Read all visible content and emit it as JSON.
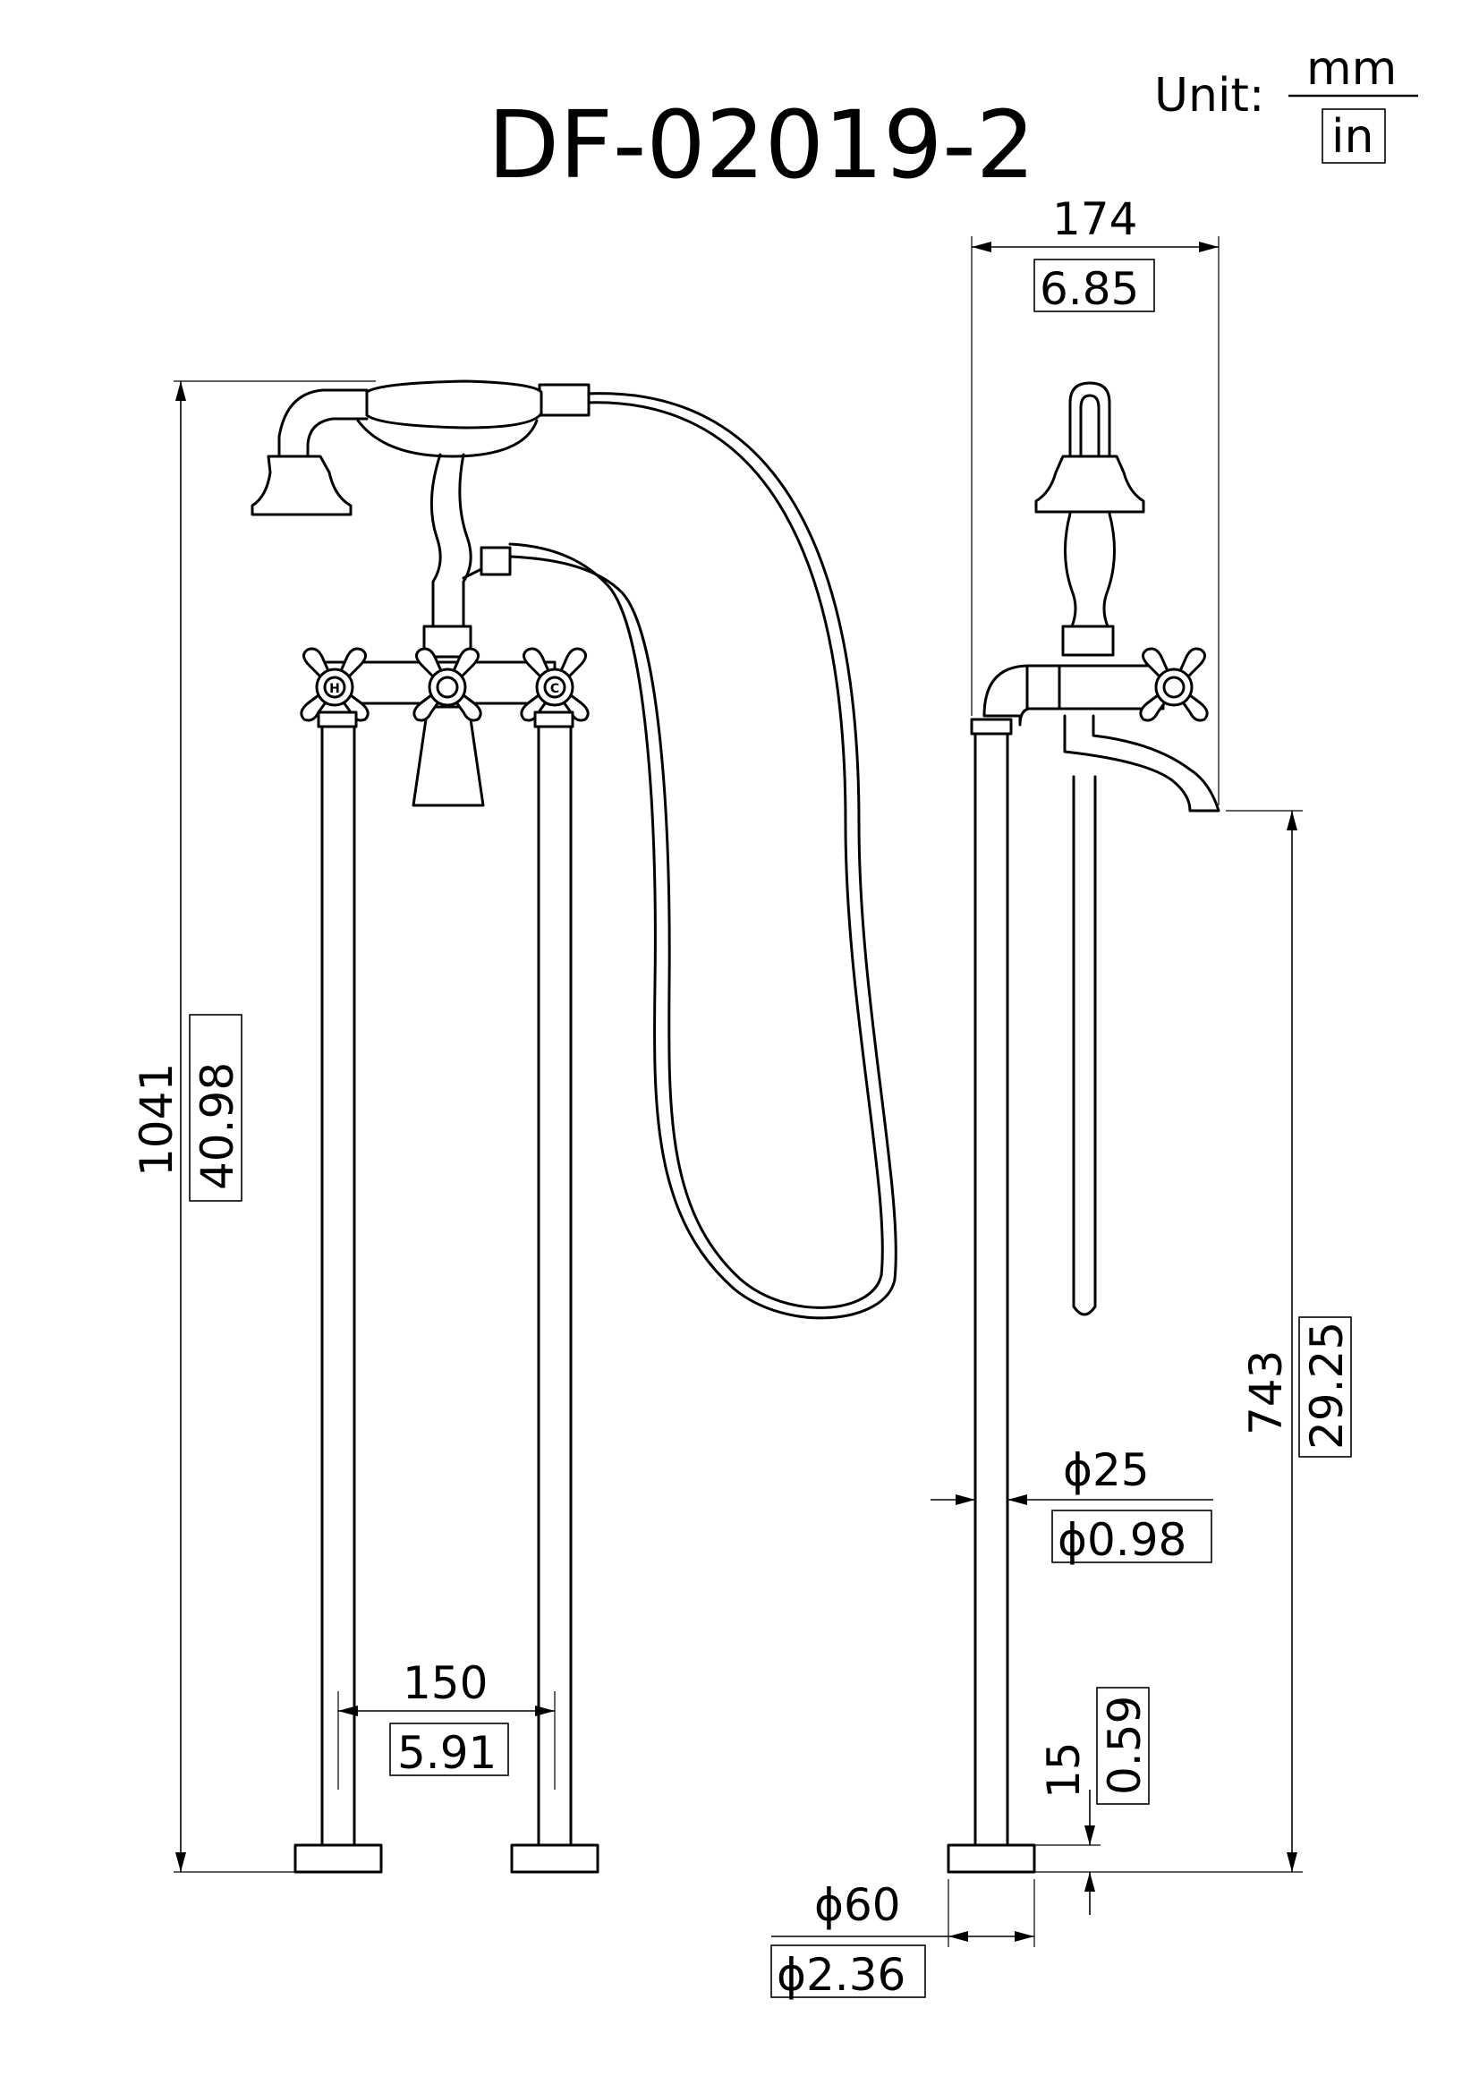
{
  "title": "DF-02019-2",
  "unit": {
    "label": "Unit:",
    "primary": "mm",
    "secondary": "in"
  },
  "dimensions": {
    "overall_height": {
      "mm": "1041",
      "in": "40.98"
    },
    "depth": {
      "mm": "174",
      "in": "6.85"
    },
    "spout_height": {
      "mm": "743",
      "in": "29.25"
    },
    "leg_spacing": {
      "mm": "150",
      "in": "5.91"
    },
    "pipe_diameter": {
      "mm": "ϕ25",
      "in": "ϕ0.98"
    },
    "base_thickness": {
      "mm": "15",
      "in": "0.59"
    },
    "base_diameter": {
      "mm": "ϕ60",
      "in": "ϕ2.36"
    }
  },
  "handle_marks": {
    "hot": "H",
    "cold": "C"
  }
}
